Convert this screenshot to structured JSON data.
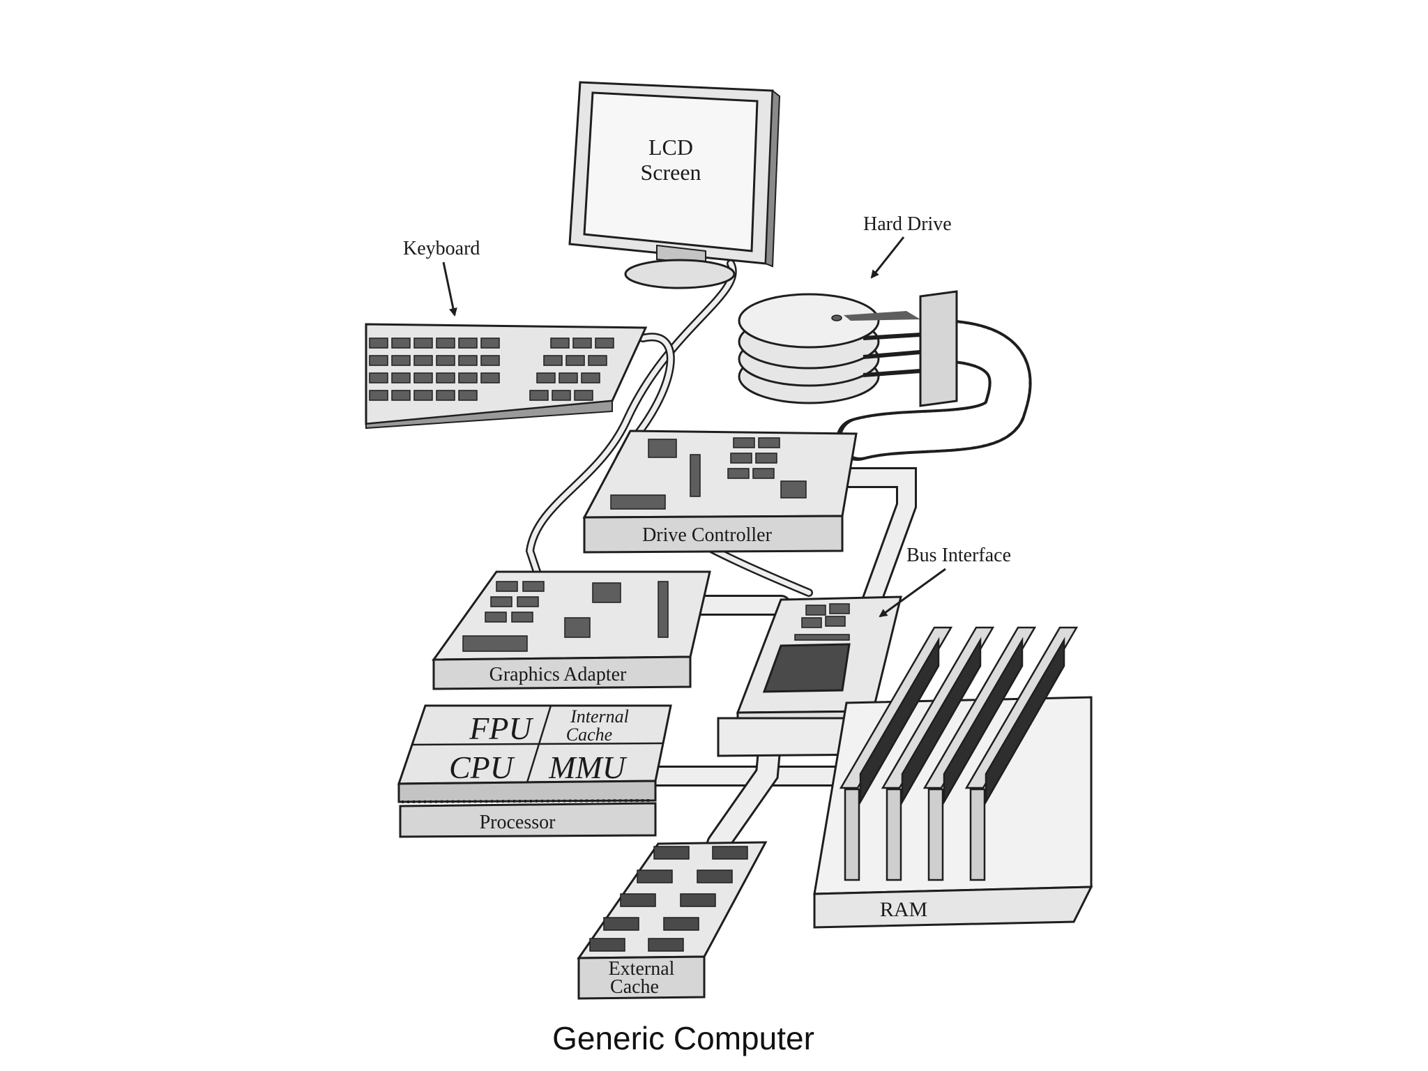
{
  "caption": "Generic Computer",
  "labels": {
    "lcd_line1": "LCD",
    "lcd_line2": "Screen",
    "keyboard": "Keyboard",
    "hard_drive": "Hard Drive",
    "drive_controller": "Drive Controller",
    "bus_interface": "Bus Interface",
    "graphics_adapter": "Graphics Adapter",
    "fpu": "FPU",
    "internal_cache_line1": "Internal",
    "internal_cache_line2": "Cache",
    "cpu": "CPU",
    "mmu": "MMU",
    "processor": "Processor",
    "ram": "RAM",
    "external_cache_line1": "External",
    "external_cache_line2": "Cache"
  },
  "colors": {
    "outline": "#1e1e1e",
    "light_gray": "#e6e6e6",
    "mid_gray": "#c4c4c4",
    "dark_gray": "#5e5e5e",
    "chip": "#333333"
  }
}
